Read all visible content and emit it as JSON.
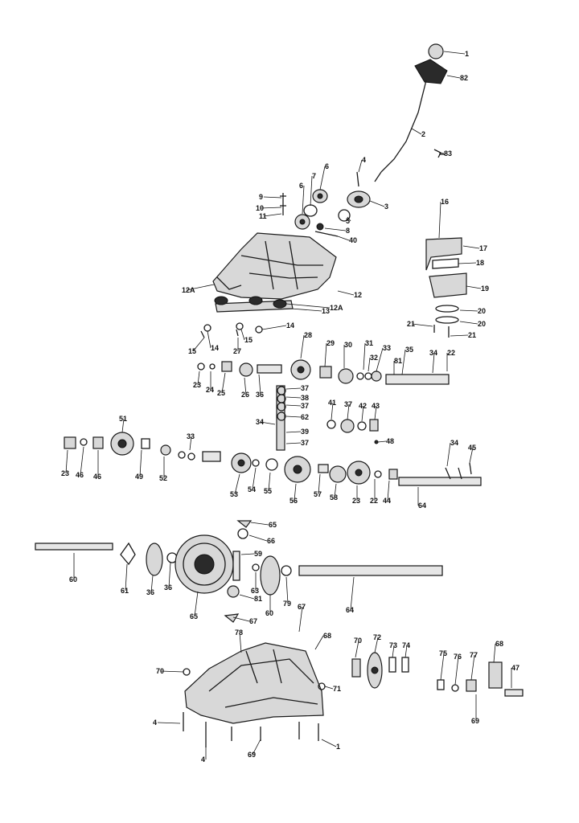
{
  "diagram": {
    "callouts": [
      "1",
      "82",
      "2",
      "83",
      "4",
      "6",
      "7",
      "6",
      "9",
      "10",
      "11",
      "3",
      "5",
      "8",
      "40",
      "16",
      "17",
      "18",
      "19",
      "20",
      "20",
      "21",
      "21",
      "12A",
      "12",
      "13",
      "12A",
      "14",
      "14",
      "15",
      "15",
      "27",
      "28",
      "29",
      "30",
      "31",
      "32",
      "33",
      "35",
      "81",
      "34",
      "22",
      "23",
      "24",
      "25",
      "26",
      "36",
      "37",
      "38",
      "37",
      "62",
      "34",
      "39",
      "37",
      "41",
      "37",
      "42",
      "43",
      "48",
      "51",
      "33",
      "34",
      "45",
      "23",
      "46",
      "46",
      "49",
      "52",
      "53",
      "54",
      "55",
      "56",
      "57",
      "58",
      "23",
      "22",
      "44",
      "64",
      "65",
      "66",
      "59",
      "60",
      "61",
      "36",
      "36",
      "63",
      "65",
      "81",
      "60",
      "79",
      "64",
      "67",
      "67",
      "78",
      "68",
      "70",
      "71",
      "70",
      "72",
      "73",
      "74",
      "75",
      "76",
      "77",
      "68",
      "47",
      "69",
      "4",
      "4",
      "69",
      "1"
    ]
  }
}
